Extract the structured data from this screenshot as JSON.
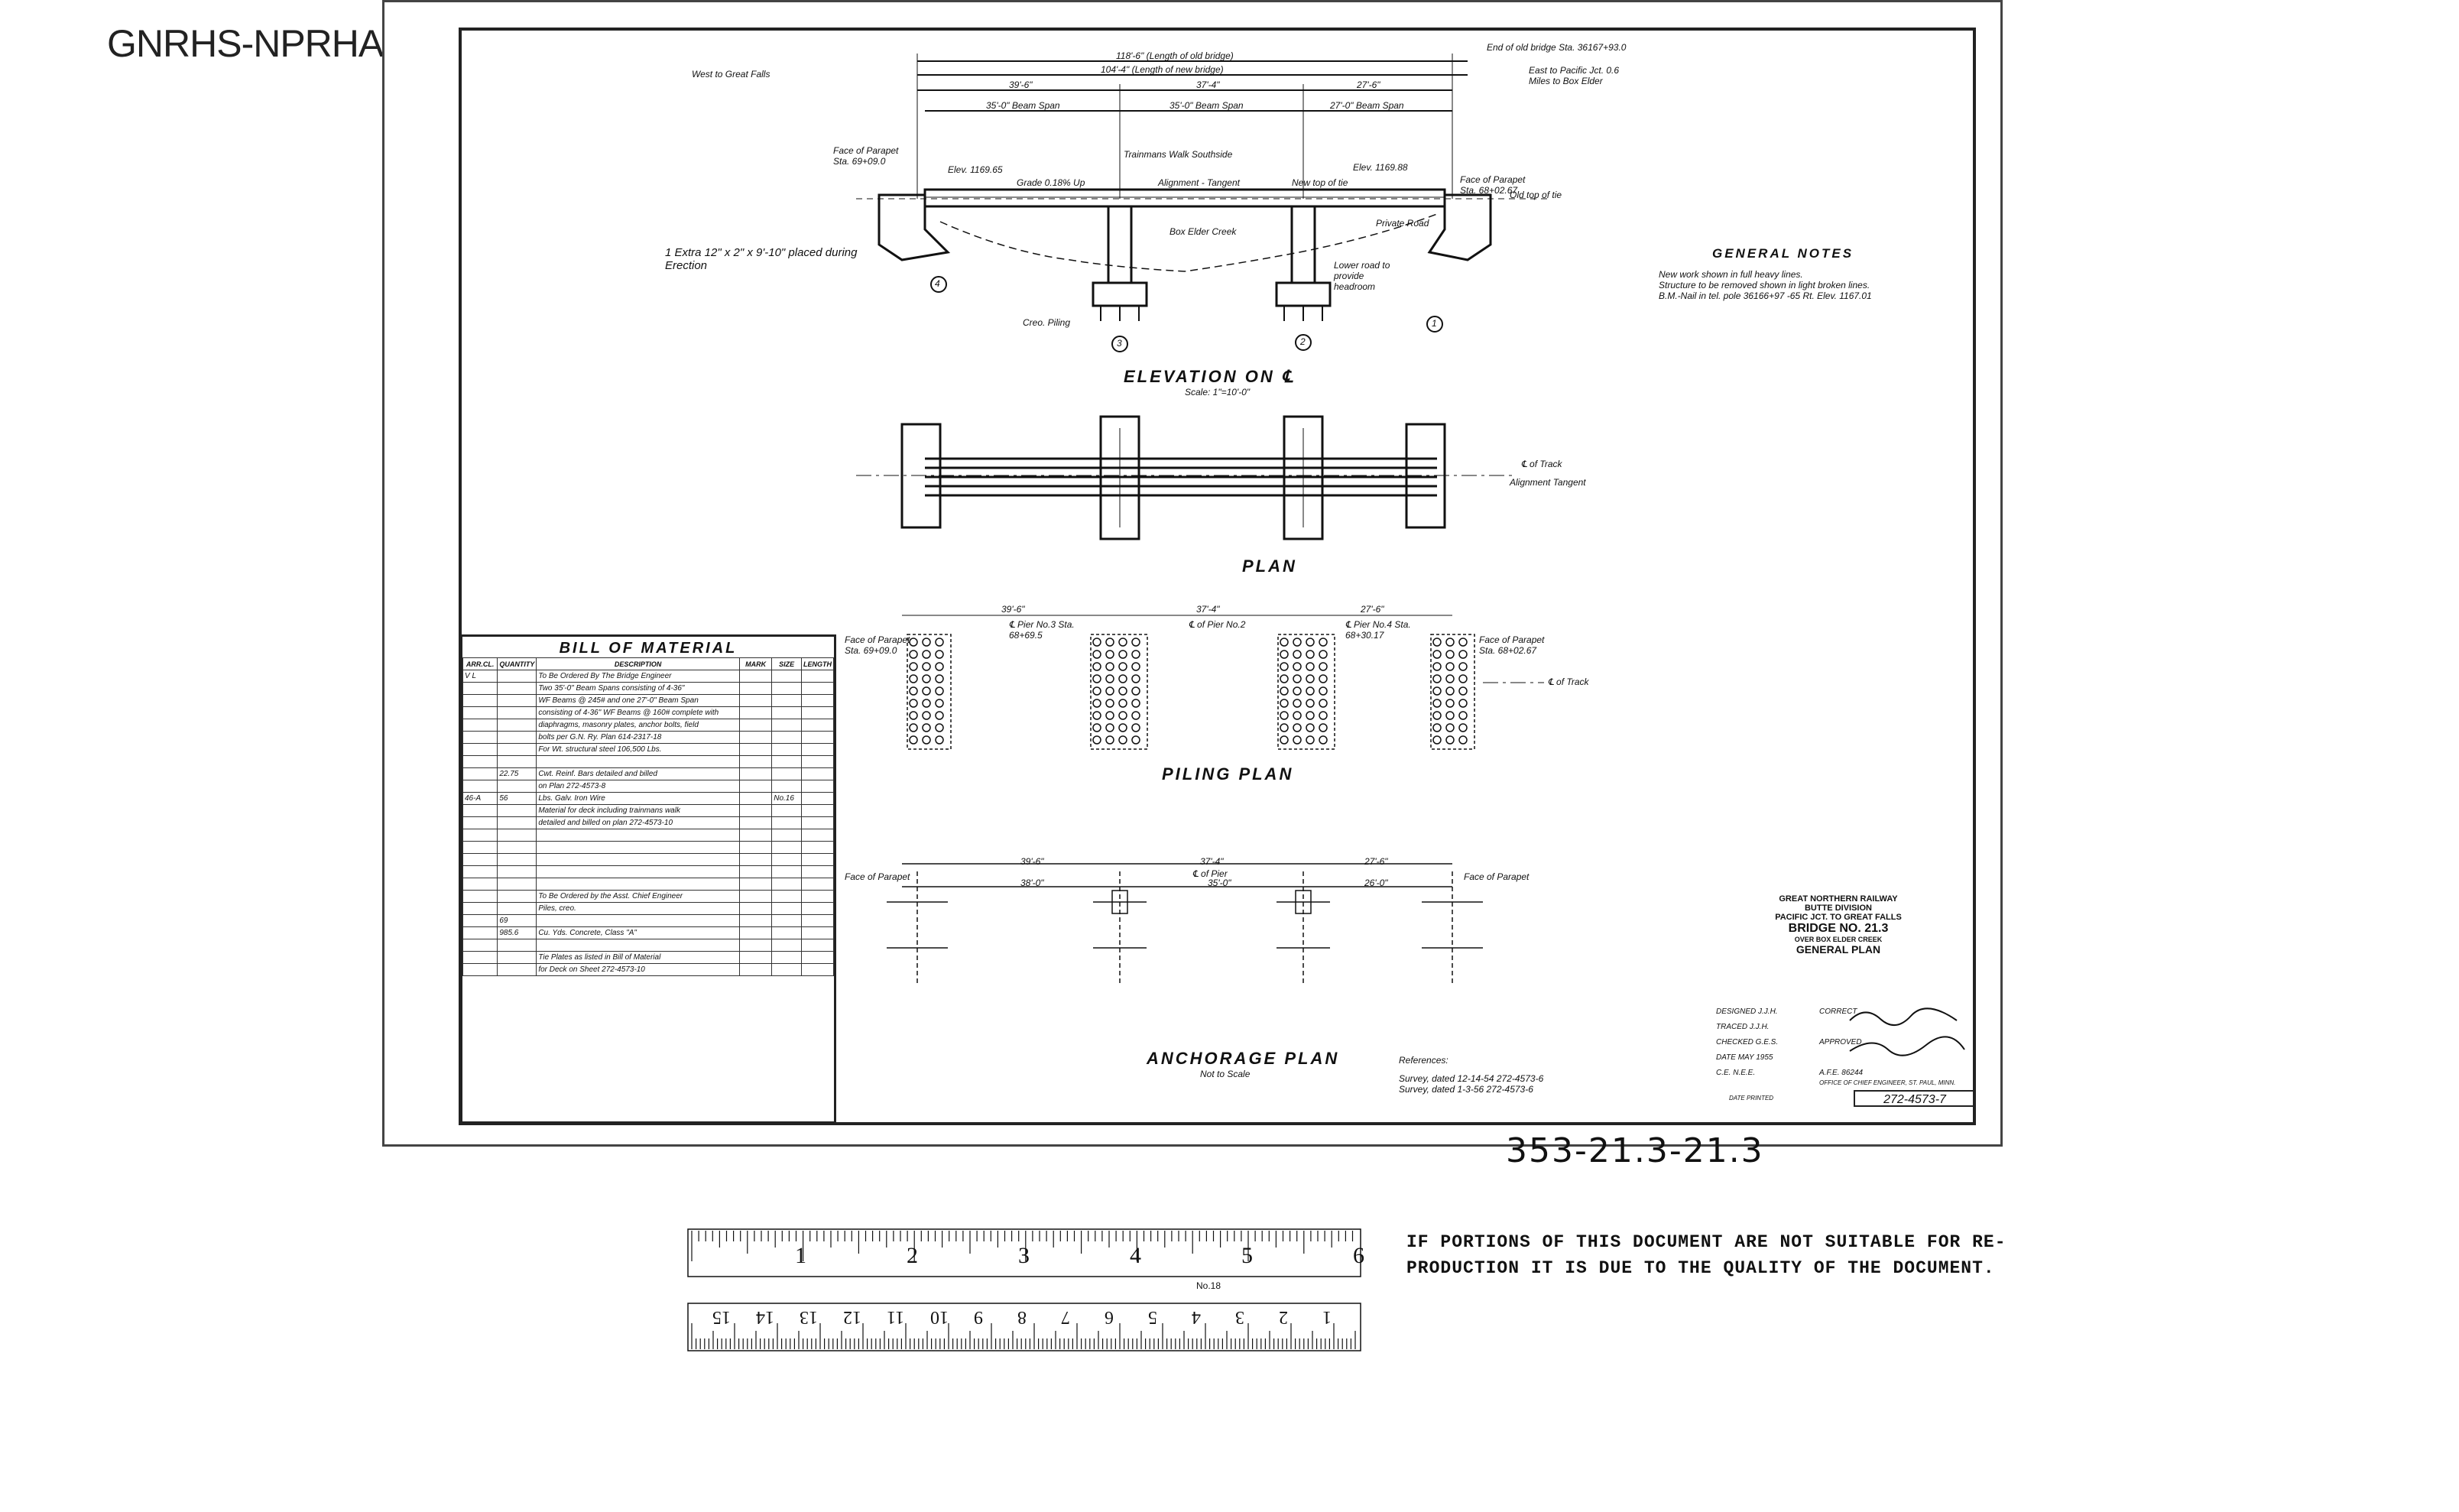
{
  "watermark": "GNRHS-NPRHA Joint Archives - all rights reserved",
  "elevation": {
    "title": "ELEVATION ON ℄",
    "scale": "Scale: 1\"=10'-0\"",
    "dim_old_bridge": "118'-6\" (Length of old bridge)",
    "dim_new_bridge": "104'-4\" (Length of new bridge)",
    "span_left": "39'-6\"",
    "span_mid": "37'-4\"",
    "span_right": "27'-6\"",
    "beam_left": "35'-0\" Beam Span",
    "beam_mid": "35'-0\" Beam Span",
    "beam_right": "27'-0\" Beam Span",
    "walk_note": "Trainmans Walk Southside",
    "grade": "Grade 0.18% Up",
    "alignment": "Alignment - Tangent",
    "top_of_tie": "New top of tie",
    "elev_left": "Elev. 1169.65",
    "elev_right": "Elev. 1169.88",
    "creek": "Box Elder Creek",
    "private_road": "Private Road",
    "lower_road": "Lower road to provide headroom",
    "old_top": "Old top of tie",
    "face_parapet_left": "Face of Parapet Sta. 69+09.0",
    "face_parapet_right": "Face of Parapet Sta. 68+02.67",
    "end_old_bridge": "End of old bridge Sta. 36167+93.0",
    "east_to": "East to Pacific Jct. 0.6 Miles to Box Elder",
    "west_to": "West to Great Falls",
    "crap_piling": "Creo. Piling",
    "hand_note": "1 Extra 12\" x 2\" x 9'-10\" placed during Erection",
    "piers": [
      "4",
      "3",
      "2",
      "1"
    ]
  },
  "general_notes": {
    "title": "GENERAL NOTES",
    "lines": [
      "New work shown in full heavy lines.",
      "Structure to be removed shown in light broken lines.",
      "B.M.-Nail in tel. pole 36166+97 -65 Rt.  Elev. 1167.01"
    ]
  },
  "plan": {
    "title": "PLAN",
    "track_label": "℄ of Track",
    "alignment": "Alignment Tangent"
  },
  "piling": {
    "title": "PILING PLAN",
    "dims": [
      "39'-6\"",
      "37'-4\"",
      "27'-6\""
    ],
    "labels": [
      "℄ Pier No.3 Sta. 68+69.5",
      "℄ of Pier No.2",
      "℄ Pier No.4 Sta. 68+30.17"
    ],
    "face_left": "Face of Parapet Sta. 69+09.0",
    "face_right": "Face of Parapet Sta. 68+02.67",
    "track": "℄ of Track"
  },
  "anchorage": {
    "title": "ANCHORAGE PLAN",
    "scale": "Not to Scale",
    "dims": [
      "39'-6\"",
      "37'-4\"",
      "27'-6\""
    ],
    "sub": [
      "38'-0\"",
      "35'-0\"",
      "26'-0\""
    ],
    "face_left": "Face of Parapet",
    "face_right": "Face of Parapet",
    "pier": "℄ of Pier"
  },
  "references": {
    "title": "References:",
    "lines": [
      "Survey, dated 12-14-54   272-4573-6",
      "Survey, dated 1-3-56   272-4573-6"
    ]
  },
  "bom": {
    "title": "BILL OF MATERIAL",
    "headers": [
      "ARR.CL.",
      "QUANTITY",
      "DESCRIPTION",
      "MARK",
      "SIZE",
      "LENGTH"
    ],
    "rows": [
      [
        "V L",
        "",
        "To Be Ordered By The Bridge Engineer",
        "",
        "",
        ""
      ],
      [
        "",
        "",
        "Two 35'-0\" Beam Spans consisting of 4-36\"",
        "",
        "",
        ""
      ],
      [
        "",
        "",
        "WF Beams @ 245# and one 27'-0\" Beam Span",
        "",
        "",
        ""
      ],
      [
        "",
        "",
        "consisting of 4-36\" WF Beams @ 160# complete with",
        "",
        "",
        ""
      ],
      [
        "",
        "",
        "diaphragms, masonry plates, anchor bolts, field",
        "",
        "",
        ""
      ],
      [
        "",
        "",
        "bolts per G.N. Ry. Plan 614-2317-18",
        "",
        "",
        ""
      ],
      [
        "",
        "",
        "For Wt. structural steel 106,500 Lbs.",
        "",
        "",
        ""
      ],
      [
        "",
        "",
        "",
        "",
        "",
        ""
      ],
      [
        "",
        "22.75",
        "Cwt. Reinf. Bars  detailed and billed",
        "",
        "",
        ""
      ],
      [
        "",
        "",
        "on Plan 272-4573-8",
        "",
        "",
        ""
      ],
      [
        "46-A",
        "56",
        "Lbs. Galv. Iron Wire",
        "",
        "No.16",
        ""
      ],
      [
        "",
        "",
        "Material for deck including trainmans walk",
        "",
        "",
        ""
      ],
      [
        "",
        "",
        "detailed and billed on plan 272-4573-10",
        "",
        "",
        ""
      ],
      [
        "",
        "",
        "",
        "",
        "",
        ""
      ],
      [
        "",
        "",
        "",
        "",
        "",
        ""
      ],
      [
        "",
        "",
        "",
        "",
        "",
        ""
      ],
      [
        "",
        "",
        "",
        "",
        "",
        ""
      ],
      [
        "",
        "",
        "",
        "",
        "",
        ""
      ],
      [
        "",
        "",
        "To Be Ordered by the Asst. Chief Engineer",
        "",
        "",
        ""
      ],
      [
        "",
        "",
        "Piles, creo.",
        "",
        "",
        ""
      ],
      [
        "",
        "69",
        "",
        "",
        "",
        ""
      ],
      [
        "",
        "985.6",
        "Cu. Yds. Concrete, Class \"A\"",
        "",
        "",
        ""
      ],
      [
        "",
        "",
        "",
        "",
        "",
        ""
      ],
      [
        "",
        "",
        "Tie Plates as listed in Bill of Material",
        "",
        "",
        ""
      ],
      [
        "",
        "",
        "for Deck on Sheet 272-4573-10",
        "",
        "",
        ""
      ]
    ]
  },
  "title_block": {
    "railway": "GREAT NORTHERN RAILWAY",
    "division": "BUTTE DIVISION",
    "route": "PACIFIC JCT. TO GREAT FALLS",
    "bridge": "BRIDGE NO. 21.3",
    "over": "OVER BOX ELDER CREEK",
    "plan": "GENERAL PLAN",
    "designed": "DESIGNED  J.J.H.",
    "traced": "TRACED  J.J.H.",
    "checked": "CHECKED  G.E.S.",
    "date": "DATE  MAY 1955",
    "ce": "C.E.  N.E.E.",
    "afe": "A.F.E.  86244",
    "correct": "CORRECT",
    "approved": "APPROVED",
    "office": "OFFICE OF CHIEF ENGINEER, ST. PAUL, MINN.",
    "date_printed": "DATE PRINTED",
    "drawing_no": "272-4573-7"
  },
  "handwritten_number": "353-21.3-21.3",
  "notice": [
    "IF PORTIONS OF THIS DOCUMENT ARE NOT SUITABLE FOR RE-",
    "PRODUCTION IT IS DUE TO THE QUALITY OF THE DOCUMENT."
  ],
  "ruler": {
    "inch_labels": [
      "1",
      "2",
      "3",
      "4",
      "5",
      "6"
    ],
    "cm_labels": [
      "1",
      "2",
      "3",
      "4",
      "5",
      "6",
      "7",
      "8",
      "9",
      "10",
      "11",
      "12",
      "13",
      "14",
      "15"
    ],
    "mark": "No.18"
  }
}
